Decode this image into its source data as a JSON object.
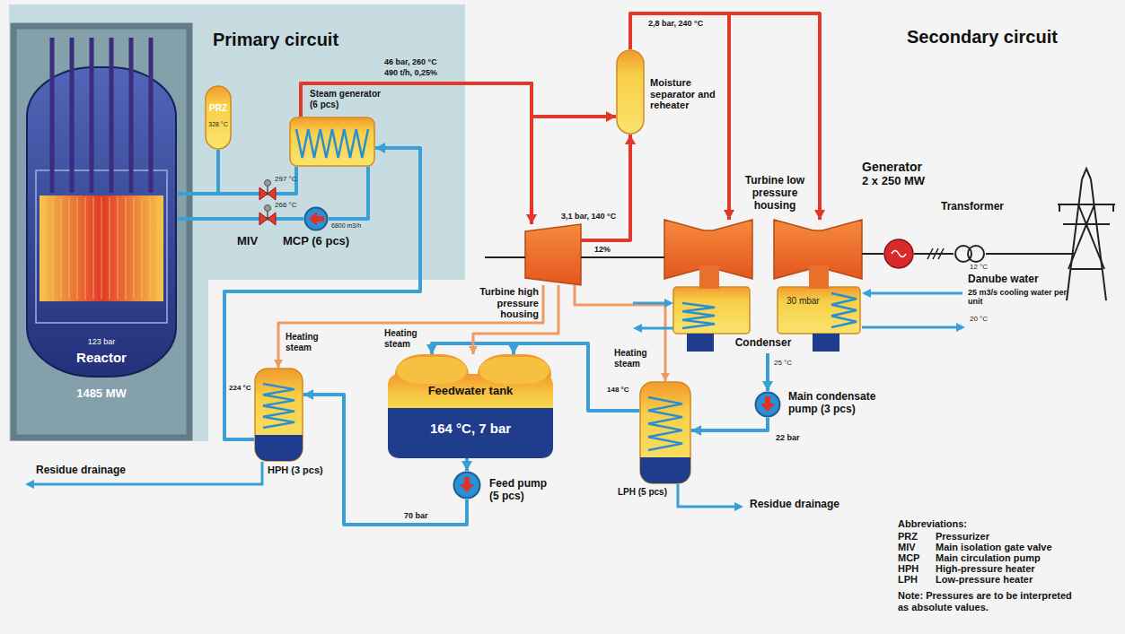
{
  "diagram": {
    "nodes": [
      {
        "text": [
          "Primary circuit"
        ]
      },
      {
        "text": [
          "PRZ",
          "328 °C"
        ],
        "in": 0
      },
      {
        "text": [
          "Steam generator (6 pcs)"
        ],
        "in": 0
      },
      {
        "text": [
          "123 bar",
          "Reactor",
          "1485 MW"
        ],
        "in": 0
      },
      {
        "text": [
          "6800 m3/h",
          "MCP (6 pcs)"
        ],
        "in": 0
      },
      {
        "text": [
          "Moisture separator and reheater"
        ]
      },
      {
        "text": [
          "Turbine low pressure housing"
        ]
      },
      {
        "text": [
          "Generator",
          "2 x 250 MW"
        ]
      },
      {
        "text": [
          "Transformer"
        ]
      },
      {
        "text": [
          "Turbine high pressure housing"
        ]
      },
      {
        "text": [
          "30 mbar",
          "Condenser"
        ]
      },
      {
        "text": [
          "Main condensate pump (3 pcs)"
        ]
      },
      {
        "text": [
          "HPH (3 pcs)"
        ]
      },
      {
        "text": [
          "Feedwater tank",
          "164 °C, 7 bar"
        ]
      },
      {
        "text": [
          "LPH (5 pcs)"
        ]
      },
      {
        "text": [
          "Feed pump (5 pcs)"
        ]
      }
    ],
    "edges": [
      {
        "from": 3,
        "to": 2,
        "arrow": "none"
      },
      {
        "from": 2,
        "to": 4,
        "arrow": "none"
      },
      {
        "from": 4,
        "to": 3,
        "arrow": "none"
      },
      {
        "from": 1,
        "to": 3,
        "arrow": "none"
      },
      {
        "from": 2,
        "to": 9,
        "arrow": "to"
      },
      {
        "from": 2,
        "to": 5,
        "arrow": "to"
      },
      {
        "from": 9,
        "to": 5,
        "arrow": "to"
      },
      {
        "from": 5,
        "to": 6,
        "arrow": "to"
      },
      {
        "from": 9,
        "to": 6,
        "arrow": "none"
      },
      {
        "from": 6,
        "to": 7,
        "arrow": "none"
      },
      {
        "from": 7,
        "to": 8,
        "arrow": "none"
      },
      {
        "from": 6,
        "to": 10,
        "arrow": "none"
      },
      {
        "from": 10,
        "to": 11,
        "arrow": "to"
      },
      {
        "from": 11,
        "to": 14,
        "arrow": "to"
      },
      {
        "from": 14,
        "to": 13,
        "arrow": "to"
      },
      {
        "from": 13,
        "to": 15,
        "arrow": "to"
      },
      {
        "from": 15,
        "to": 12,
        "arrow": "to"
      },
      {
        "from": 12,
        "to": 2,
        "arrow": "to"
      },
      {
        "from": 9,
        "to": 12,
        "label": "Heating steam",
        "arrow": "to"
      },
      {
        "from": 9,
        "to": 13,
        "label": "Heating steam",
        "arrow": "to"
      },
      {
        "from": 9,
        "to": 14,
        "label": "Heating steam",
        "arrow": "to"
      }
    ],
    "labels": [
      "Secondary circuit",
      "46 bar, 260 °C",
      "490 t/h, 0,25%",
      "297 °C",
      "266 °C",
      "MIV",
      "2,8 bar, 240 °C",
      "3,1 bar, 140 °C",
      "12%",
      "12 °C",
      "Danube water",
      "25 m3/s cooling water per unit",
      "20 °C",
      "25 °C",
      "22 bar",
      "148 °C",
      "224 °C",
      "70 bar",
      "Residue drainage",
      "Residue drainage",
      "Abbreviations:",
      "PRZ",
      "Pressurizer",
      "MIV",
      "Main isolation gate valve",
      "MCP",
      "Main circulation pump",
      "HPH",
      "High-pressure heater",
      "LPH",
      "Low-pressure heater",
      "Note: Pressures are to be interpreted as absolute values."
    ]
  }
}
